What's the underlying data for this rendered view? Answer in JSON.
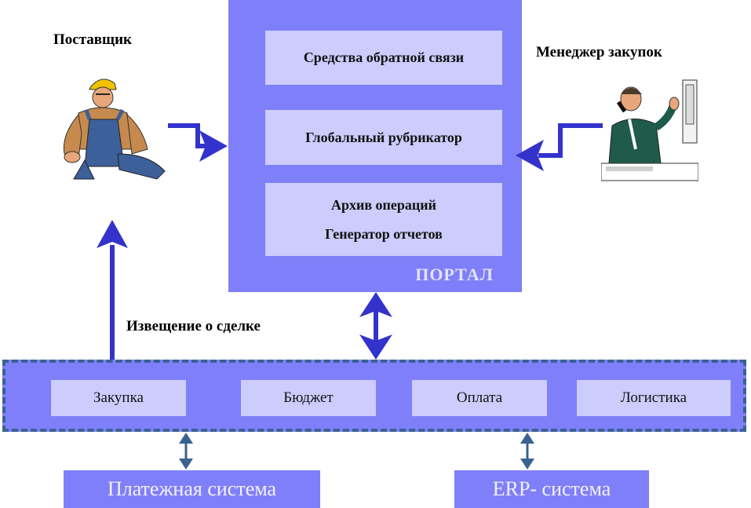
{
  "actors": {
    "supplier": {
      "label": "Поставщик",
      "icon": "worker-icon"
    },
    "manager": {
      "label": "Менеджер закупок",
      "icon": "phone-manager-icon"
    }
  },
  "portal": {
    "modules": [
      "Средства обратной связи",
      "Глобальный рубрикатор"
    ],
    "archive_lines": [
      "Архив операций",
      "Генератор отчетов"
    ],
    "title": "ПОРТАЛ"
  },
  "notification_label": "Извещение о сделке",
  "erp_modules": [
    "Закупка",
    "Бюджет",
    "Оплата",
    "Логистика"
  ],
  "external_systems": [
    "Платежная система",
    "ERP- система"
  ],
  "colors": {
    "portal_fill": "#7f7ff9",
    "module_fill": "#ccccfd",
    "arrow_dark": "#3333cc",
    "arrow_steel": "#3a6290"
  }
}
